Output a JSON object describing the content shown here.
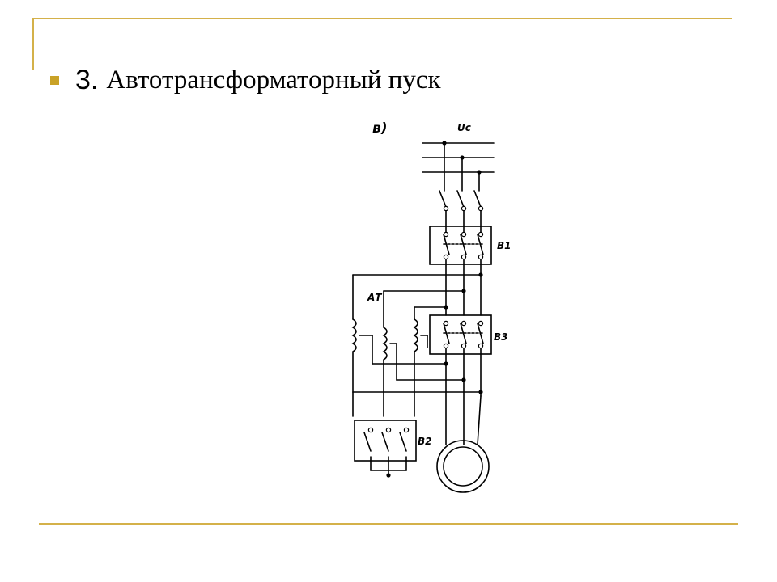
{
  "slide": {
    "number": "3.",
    "heading": "Автотрансформаторный пуск"
  },
  "scheme": {
    "figure_label": "в)",
    "supply_label": "Uc",
    "switch_b1": "В1",
    "switch_b2": "В2",
    "switch_b3": "В3",
    "autotransformer": "АТ"
  },
  "colors": {
    "accent": "#D4B14A",
    "bullet": "#C9A227",
    "line": "#000000"
  },
  "icons": {
    "bullet": "square-bullet-icon"
  }
}
